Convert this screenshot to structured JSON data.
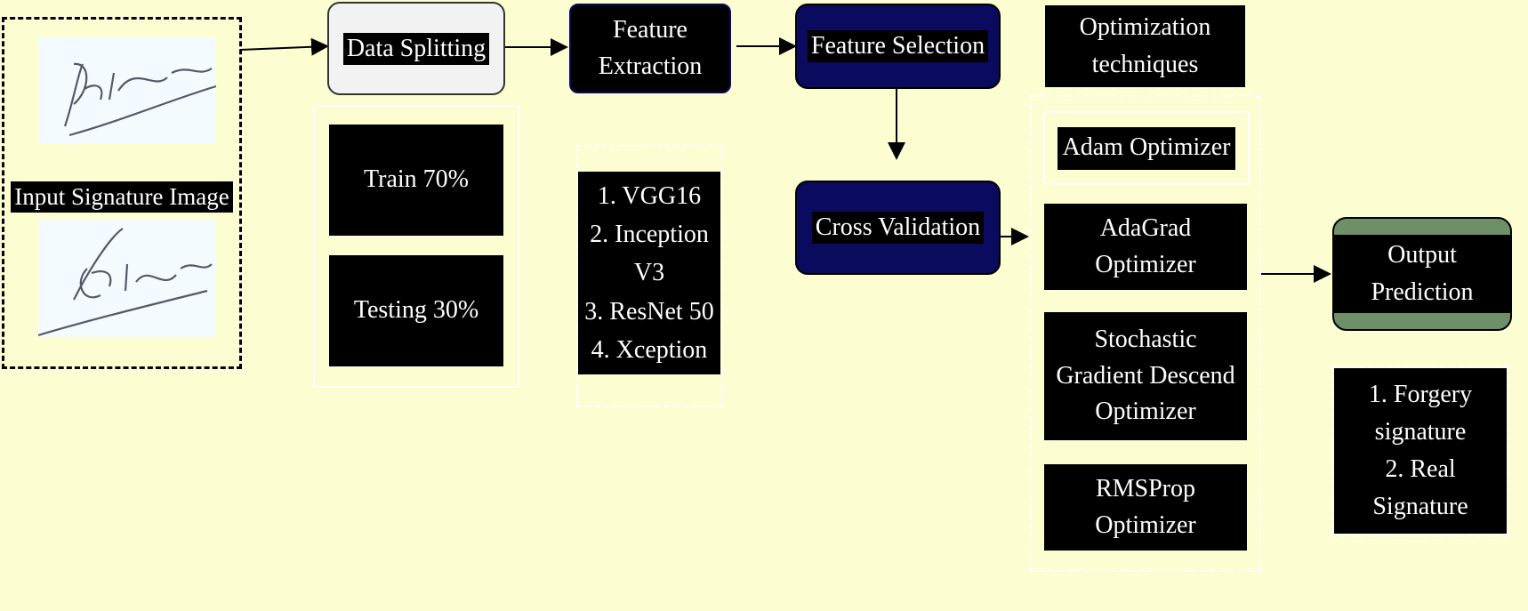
{
  "input": {
    "label": "Input Signature Image"
  },
  "data_splitting": {
    "label": "Data Splitting",
    "train": "Train 70%",
    "test": "Testing 30%"
  },
  "feature_extraction": {
    "label": "Feature\nExtraction",
    "models": "1. VGG16\n2. Inception\nV3\n3. ResNet 50\n4. Xception"
  },
  "feature_selection": {
    "label": "Feature Selection"
  },
  "cross_validation": {
    "label": "Cross Validation"
  },
  "optimization": {
    "title": "Optimization\ntechniques",
    "adam": "Adam Optimizer",
    "adagrad": "AdaGrad\nOptimizer",
    "sgd": "Stochastic\nGradient Descend\nOptimizer",
    "rmsprop": "RMSProp\nOptimizer"
  },
  "output": {
    "label": "Output\nPrediction",
    "classes": "1. Forgery\nsignature\n2. Real\nSignature"
  },
  "colors": {
    "background": "#fdfdd2",
    "navy": "#0a0a5e",
    "green": "#6e8f68",
    "light_gray": "#f2f2f2"
  }
}
